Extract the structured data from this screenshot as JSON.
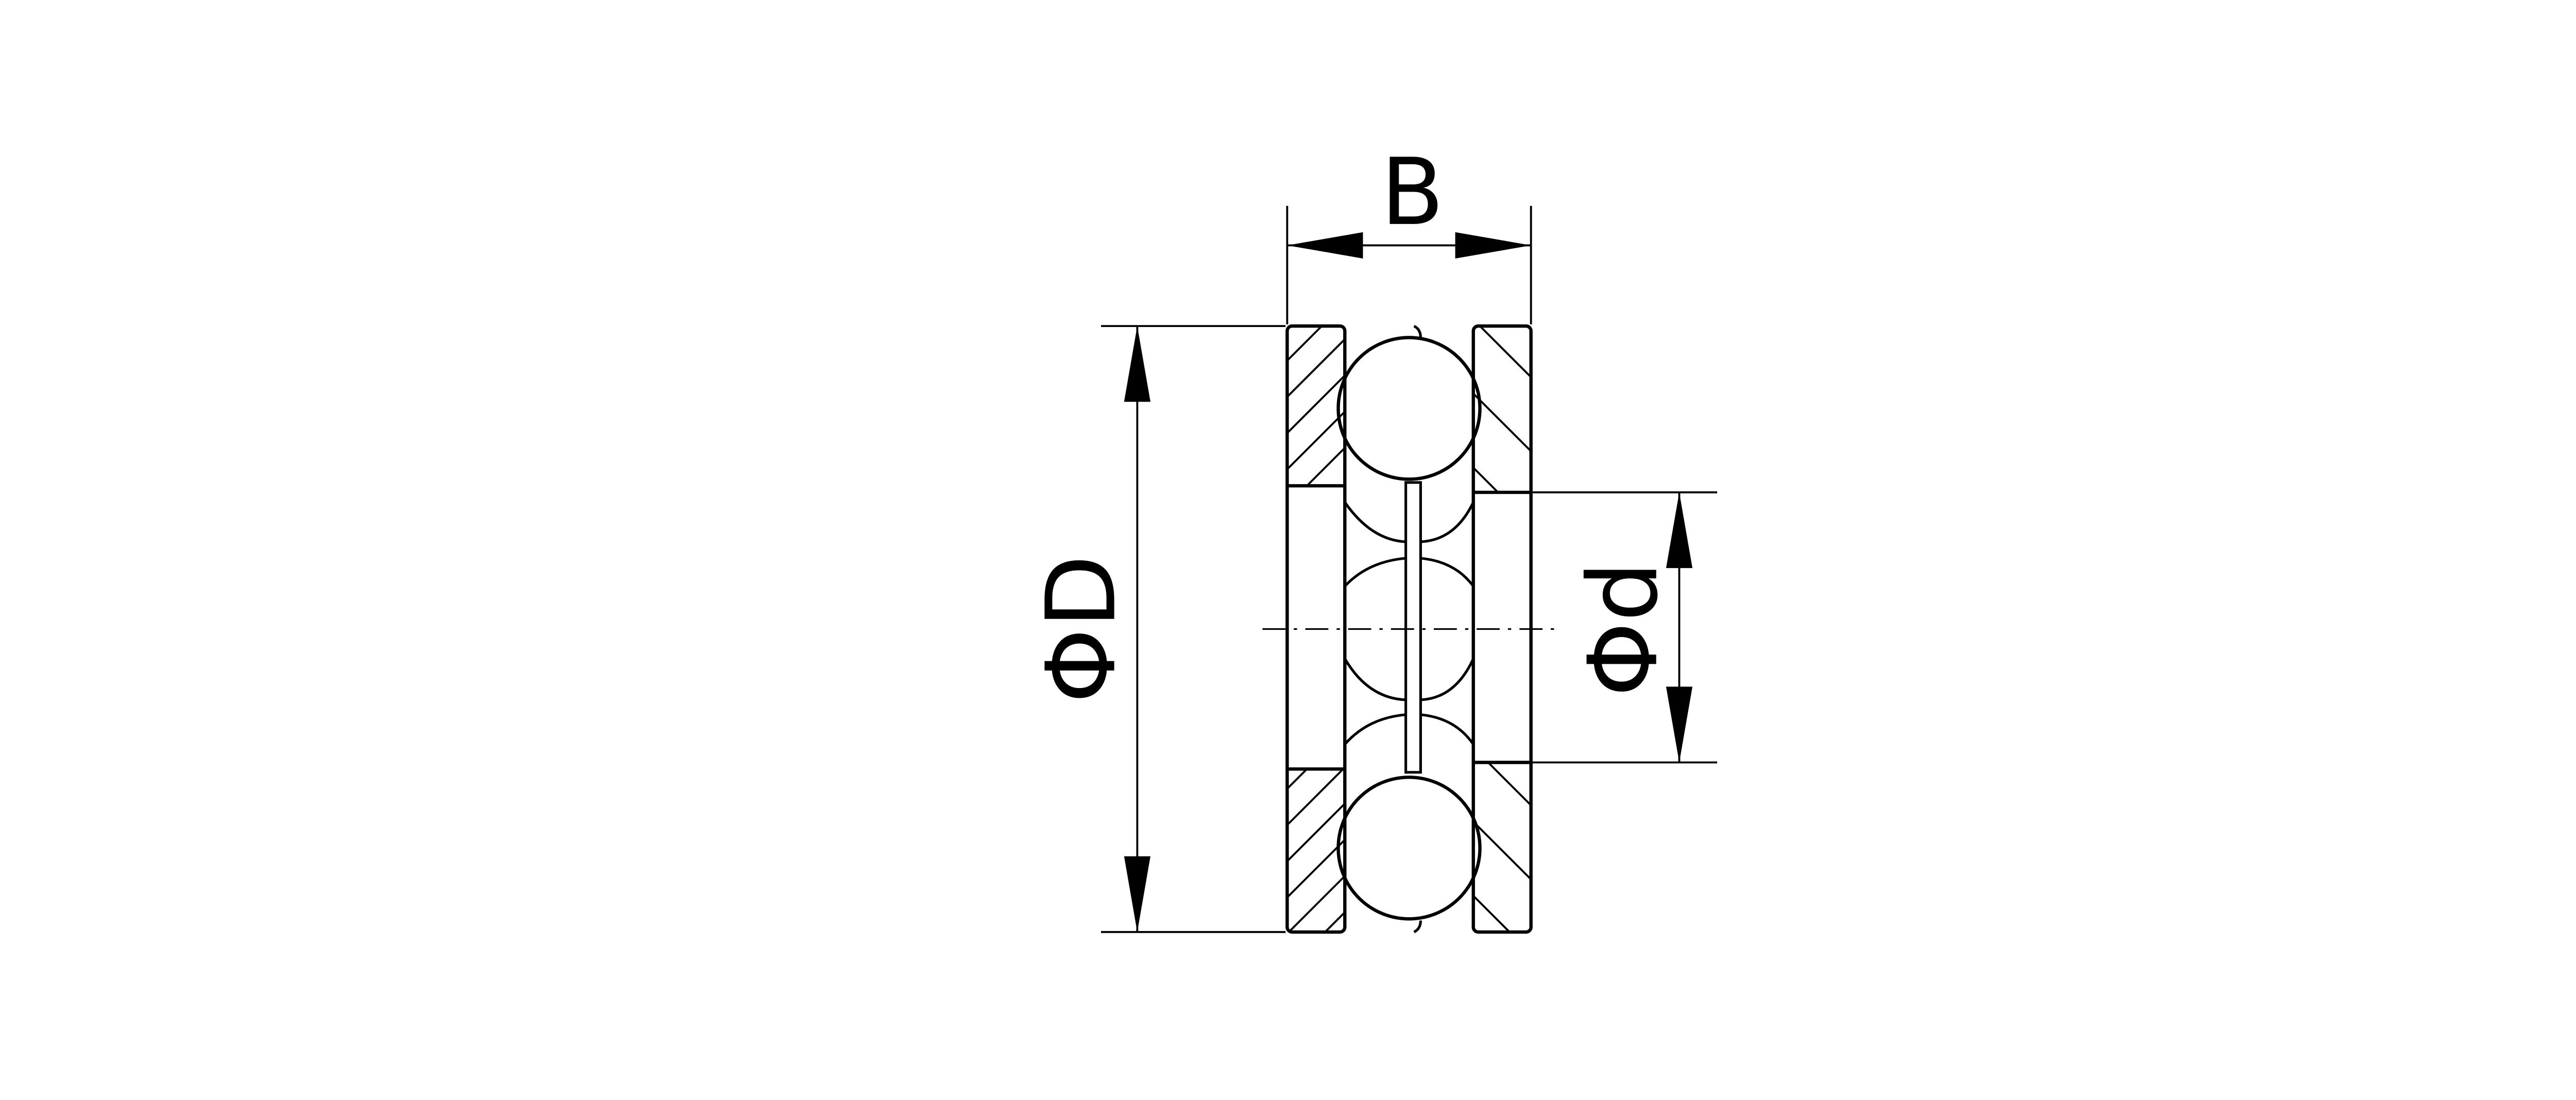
{
  "diagram": {
    "labels": {
      "width": "B",
      "outer_diameter": "ΦD",
      "inner_diameter": "Φd"
    },
    "colors": {
      "line": "#000000",
      "background": "#ffffff"
    }
  }
}
